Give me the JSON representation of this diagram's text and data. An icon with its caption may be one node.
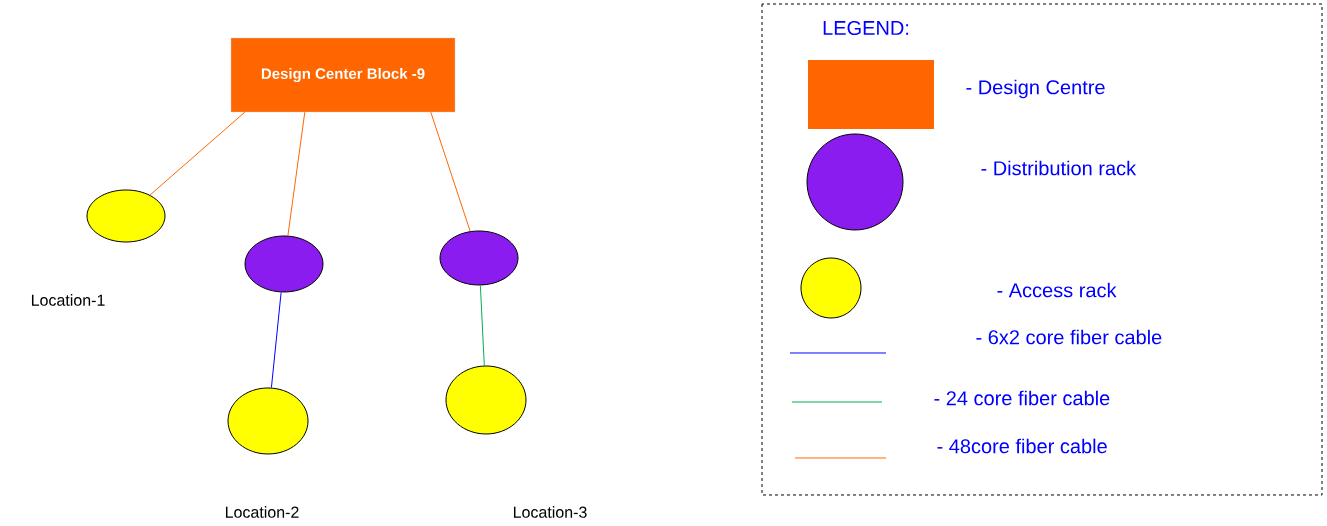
{
  "diagram": {
    "nodes": [
      {
        "text": [
          "Design Center Block -9"
        ]
      },
      {
        "text": [],
        "shape": "circle"
      },
      {
        "text": [],
        "shape": "circle"
      },
      {
        "text": [],
        "shape": "circle"
      },
      {
        "text": [],
        "shape": "circle"
      },
      {
        "text": [],
        "shape": "circle"
      }
    ],
    "edges": [
      {
        "from": 0,
        "to": 1,
        "arrow": "none"
      },
      {
        "from": 0,
        "to": 2,
        "arrow": "none"
      },
      {
        "from": 0,
        "to": 4,
        "arrow": "none"
      },
      {
        "from": 2,
        "to": 3,
        "arrow": "none",
        "color": "#0000ff"
      },
      {
        "from": 4,
        "to": 5,
        "arrow": "none",
        "color": "#00b050"
      }
    ],
    "labels": [
      "LEGEND:",
      "Location-1",
      "Location-2",
      "Location-3"
    ],
    "legend": [
      {
        "text": "- Design Centre",
        "color": "#ff6600"
      },
      {
        "text": "- Distribution rack"
      },
      {
        "text": "- Access rack"
      },
      {
        "text": "- 6x2 core fiber cable"
      },
      {
        "text": "- 24 core fiber cable"
      },
      {
        "text": "- 48core fiber cable"
      }
    ]
  }
}
